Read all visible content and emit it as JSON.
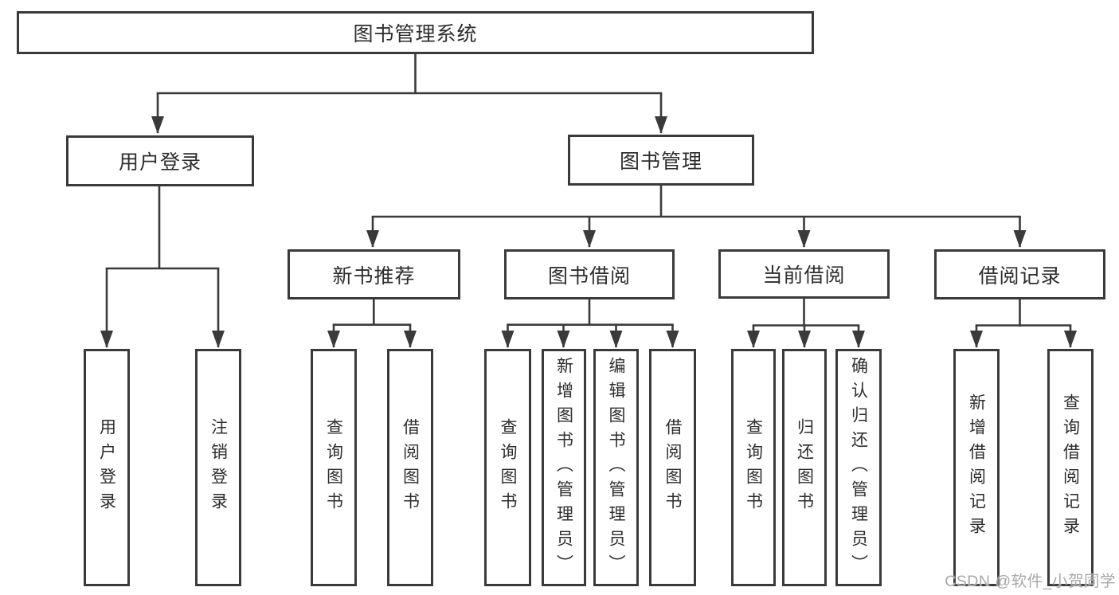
{
  "diagram": {
    "title": "图书管理系统",
    "branches": [
      {
        "label": "用户登录",
        "children": [
          {
            "label": "用户登录"
          },
          {
            "label": "注销登录"
          }
        ]
      },
      {
        "label": "图书管理",
        "sections": [
          {
            "label": "新书推荐",
            "children": [
              {
                "label": "查询图书"
              },
              {
                "label": "借阅图书"
              }
            ]
          },
          {
            "label": "图书借阅",
            "children": [
              {
                "label": "查询图书"
              },
              {
                "label": "新增图书（管理员）"
              },
              {
                "label": "编辑图书（管理员）"
              },
              {
                "label": "借阅图书"
              }
            ]
          },
          {
            "label": "当前借阅",
            "children": [
              {
                "label": "查询图书"
              },
              {
                "label": "归还图书"
              },
              {
                "label": "确认归还（管理员）"
              }
            ]
          },
          {
            "label": "借阅记录",
            "children": [
              {
                "label": "新增借阅记录"
              },
              {
                "label": "查询借阅记录"
              }
            ]
          }
        ]
      }
    ],
    "colors": {
      "line": "#3a3a3a",
      "box_border": "#3a3a3a",
      "text": "#2d2d2d",
      "watermark_text": "#a8a8a8",
      "background": "#ffffff"
    }
  },
  "watermark": "CSDN @软件_小贺同学"
}
